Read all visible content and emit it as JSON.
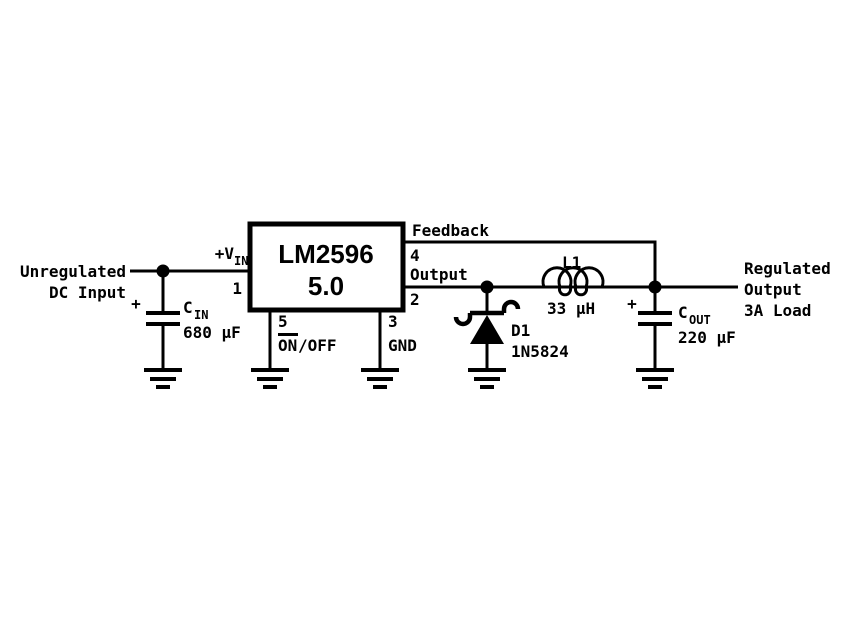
{
  "colors": {
    "ink": "#000000",
    "bg": "#ffffff"
  },
  "schematic": {
    "source": {
      "line1": "Unregulated",
      "line2": "DC Input"
    },
    "load": {
      "line1": "Regulated",
      "line2": "Output",
      "line3": "3A Load"
    },
    "regulator": {
      "name": "LM2596",
      "variant": "5.0",
      "pin1": {
        "num": "1",
        "label_main": "+V",
        "label_sub": "IN"
      },
      "pin2": {
        "num": "2",
        "label": "Output"
      },
      "pin3": {
        "num": "3",
        "label": "GND"
      },
      "pin4": {
        "num": "4",
        "label": "Feedback"
      },
      "pin5": {
        "num": "5",
        "label_on": "ON",
        "label_rest": "/OFF"
      }
    },
    "cin": {
      "ref": "C",
      "ref_sub": "IN",
      "value": "680 µF",
      "polarity": "+"
    },
    "cout": {
      "ref": "C",
      "ref_sub": "OUT",
      "value": "220 µF",
      "polarity": "+"
    },
    "diode": {
      "ref": "D1",
      "part": "1N5824"
    },
    "inductor": {
      "ref": "L1",
      "value": "33 µH"
    }
  }
}
